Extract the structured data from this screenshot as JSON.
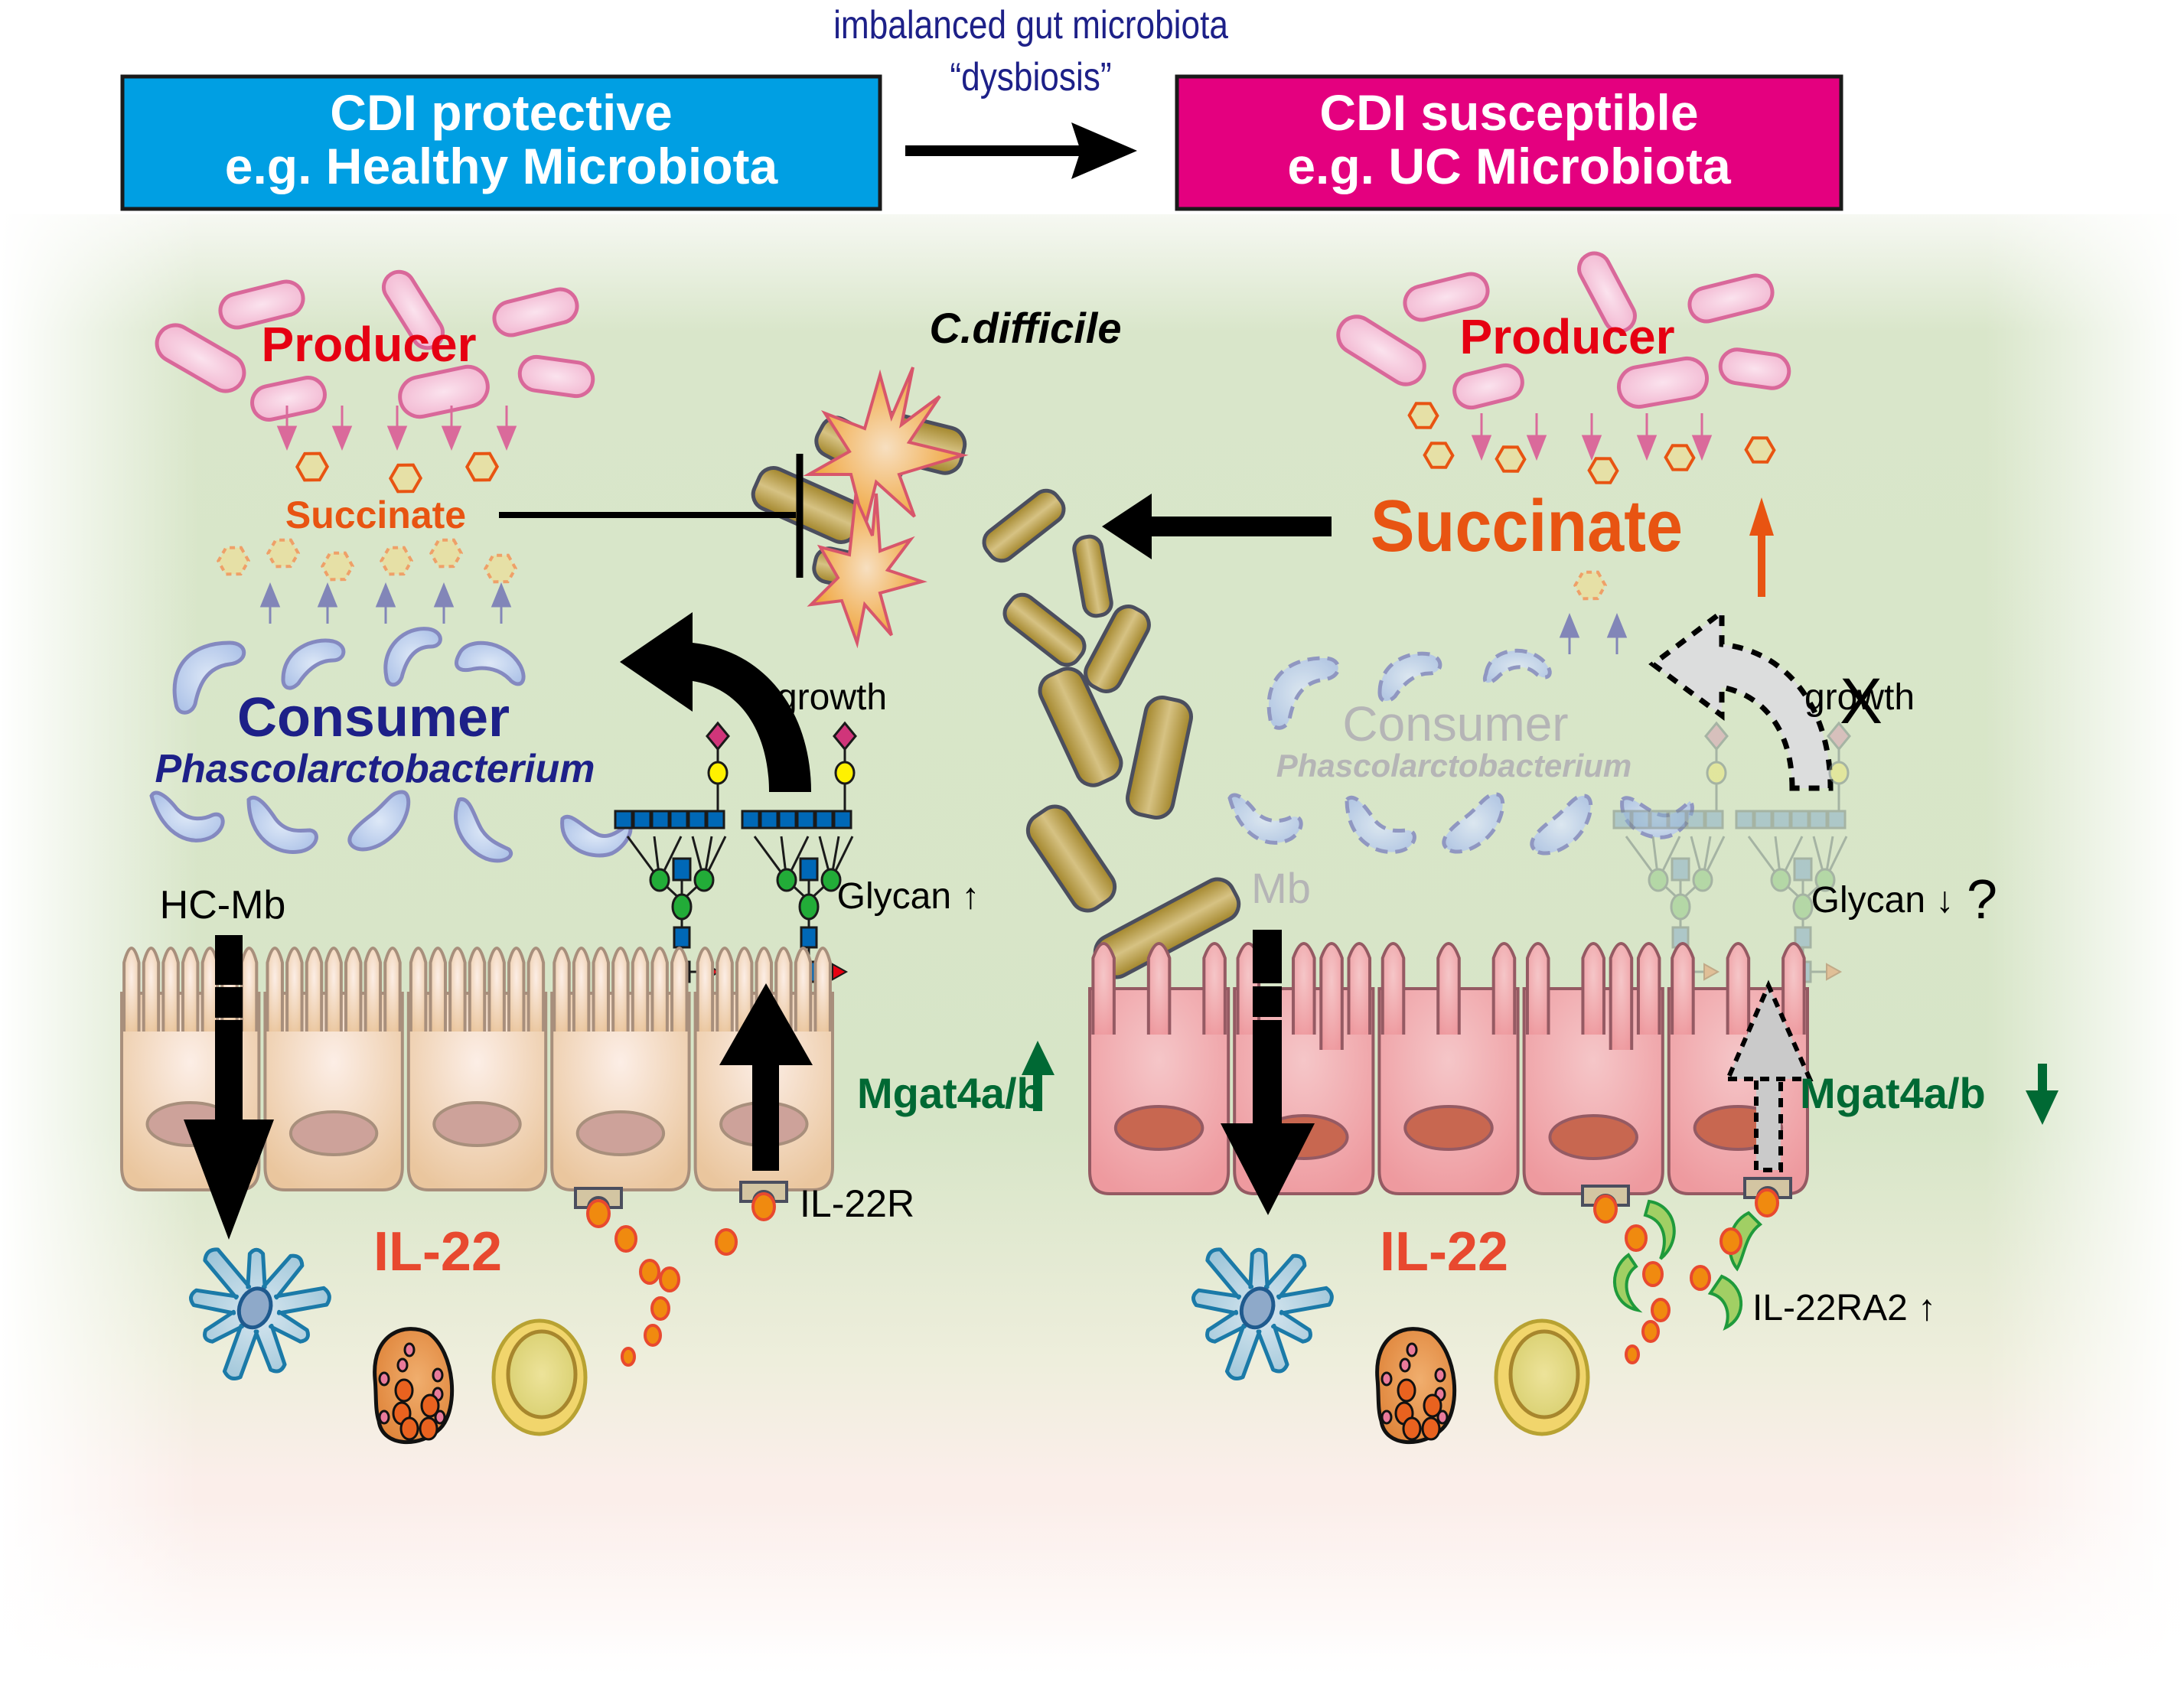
{
  "header": {
    "transition_label_line1": "imbalanced gut microbiota",
    "transition_label_line2": "“dysbiosis”",
    "left_box": {
      "line1": "CDI protective",
      "line2": "e.g. Healthy Microbiota",
      "color": "#009FE3"
    },
    "right_box": {
      "line1": "CDI susceptible",
      "line2": "e.g. UC Microbiota",
      "color": "#E4007F"
    }
  },
  "center": {
    "pathogen_label": "C.difficile"
  },
  "left_panel": {
    "producer_label": "Producer",
    "succinate_label": "Succinate",
    "consumer_label": "Consumer",
    "consumer_genus": "Phascolarctobacterium",
    "growth_label": "growth",
    "glycan_label": "Glycan ↑",
    "mb_label": "HC-Mb",
    "enzyme_label": "Mgat4a/b",
    "enzyme_direction": "up",
    "cytokine_label": "IL-22",
    "receptor_label": "IL-22R"
  },
  "right_panel": {
    "producer_label": "Producer",
    "succinate_label": "Succinate",
    "succinate_direction": "up",
    "consumer_label": "Consumer",
    "consumer_genus": "Phascolarctobacterium",
    "growth_label": "growth",
    "growth_blocked_mark": "X",
    "glycan_label": "Glycan ↓",
    "glycan_uncertain_mark": "?",
    "mb_label": "Mb",
    "enzyme_label": "Mgat4a/b",
    "enzyme_direction": "down",
    "cytokine_label": "IL-22",
    "decoy_receptor_label": "IL-22RA2 ↑"
  },
  "colors": {
    "producer_text": "#E60012",
    "succinate_text": "#E85412",
    "consumer_text": "#1D2088",
    "consumer_faded_text": "#B5B5B6",
    "enzyme_text": "#006934",
    "cytokine_text": "#E8492F",
    "header_transition_text": "#1D2088",
    "lumen_green": "#D7E5C7",
    "tissue_pink": "#FBEEEA"
  }
}
